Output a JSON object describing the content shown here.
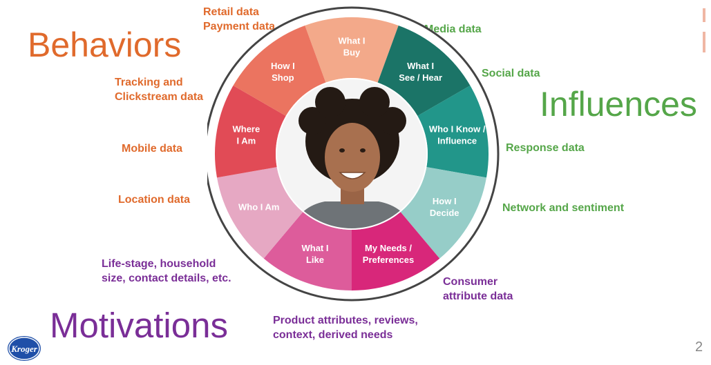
{
  "headings": {
    "behaviors": "Behaviors",
    "influences": "Influences",
    "motivations": "Motivations"
  },
  "data_labels": {
    "retail": "Retail data",
    "payment": "Payment data",
    "tracking": "Tracking and",
    "clickstream": "Clickstream data",
    "mobile": "Mobile data",
    "location": "Location data",
    "media": "Media data",
    "social": "Social data",
    "response": "Response data",
    "network": "Network and sentiment",
    "consumer_1": "Consumer",
    "consumer_2": "attribute data",
    "lifestage_1": "Life-stage, household",
    "lifestage_2": "size, contact details, etc.",
    "product_1": "Product attributes, reviews,",
    "product_2": "context, derived needs"
  },
  "segments": [
    {
      "line1": "What I",
      "line2": "Buy",
      "color": "#f3a98a"
    },
    {
      "line1": "What I",
      "line2": "See / Hear",
      "color": "#1b7467"
    },
    {
      "line1": "Who I Know /",
      "line2": "Influence",
      "color": "#22968a"
    },
    {
      "line1": "How I",
      "line2": "Decide",
      "color": "#96cdc8"
    },
    {
      "line1": "My Needs /",
      "line2": "Preferences",
      "color": "#d8277a"
    },
    {
      "line1": "What I",
      "line2": "Like",
      "color": "#dd5c9b"
    },
    {
      "line1": "Who I Am",
      "line2": "",
      "color": "#e6a8c3"
    },
    {
      "line1": "Where",
      "line2": "I Am",
      "color": "#e14b56"
    },
    {
      "line1": "How I",
      "line2": "Shop",
      "color": "#eb7460"
    }
  ],
  "logo_text": "Kroger",
  "page_number": "2",
  "colors": {
    "behaviors": "#e06a2c",
    "influences": "#55a649",
    "motivations": "#7a2e97"
  }
}
